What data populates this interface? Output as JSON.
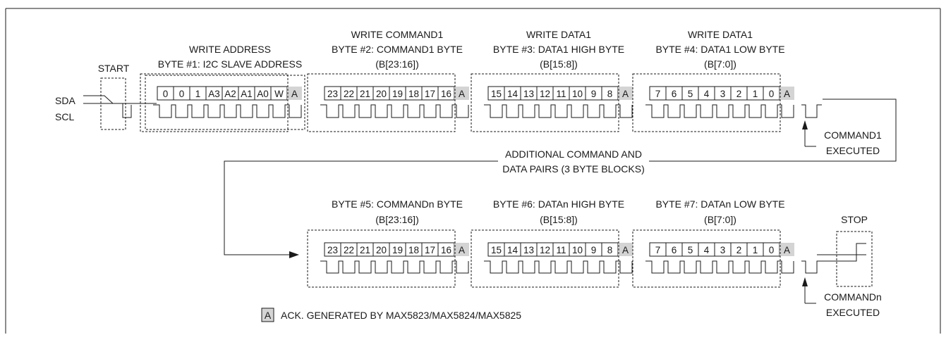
{
  "diagram": {
    "row1": {
      "sda_label": "SDA",
      "scl_label": "SCL",
      "start_label": "START",
      "ack_symbol": "A",
      "groups": [
        {
          "title_lines": [
            "WRITE ADDRESS",
            "BYTE #1: I2C SLAVE ADDRESS"
          ],
          "bits": [
            "0",
            "0",
            "1",
            "A3",
            "A2",
            "A1",
            "A0",
            "W"
          ]
        },
        {
          "title_lines": [
            "WRITE COMMAND1",
            "BYTE #2: COMMAND1 BYTE",
            "(B[23:16])"
          ],
          "bits": [
            "23",
            "22",
            "21",
            "20",
            "19",
            "18",
            "17",
            "16"
          ]
        },
        {
          "title_lines": [
            "WRITE DATA1",
            "BYTE #3: DATA1 HIGH BYTE",
            "(B[15:8])"
          ],
          "bits": [
            "15",
            "14",
            "13",
            "12",
            "11",
            "10",
            "9",
            "8"
          ]
        },
        {
          "title_lines": [
            "WRITE DATA1",
            "BYTE #4: DATA1 LOW BYTE",
            "(B[7:0])"
          ],
          "bits": [
            "7",
            "6",
            "5",
            "4",
            "3",
            "2",
            "1",
            "0"
          ]
        }
      ],
      "executed_label_lines": [
        "COMMAND1",
        "EXECUTED"
      ]
    },
    "middle_label_lines": [
      "ADDITIONAL COMMAND AND",
      "DATA PAIRS (3 BYTE BLOCKS)"
    ],
    "row2": {
      "stop_label": "STOP",
      "ack_symbol": "A",
      "groups": [
        {
          "title_lines": [
            "BYTE #5: COMMANDn BYTE",
            "(B[23:16])"
          ],
          "bits": [
            "23",
            "22",
            "21",
            "20",
            "19",
            "18",
            "17",
            "16"
          ]
        },
        {
          "title_lines": [
            "BYTE #6: DATAn HIGH BYTE",
            "(B[15:8])"
          ],
          "bits": [
            "15",
            "14",
            "13",
            "12",
            "11",
            "10",
            "9",
            "8"
          ]
        },
        {
          "title_lines": [
            "BYTE #7: DATAn LOW BYTE",
            "(B[7:0])"
          ],
          "bits": [
            "7",
            "6",
            "5",
            "4",
            "3",
            "2",
            "1",
            "0"
          ]
        }
      ],
      "executed_label_lines": [
        "COMMANDn",
        "EXECUTED"
      ]
    },
    "legend": {
      "symbol": "A",
      "text": "ACK. GENERATED BY MAX5823/MAX5824/MAX5825"
    },
    "colors": {
      "line": "#1a1a1a",
      "ack_fill": "#d4d4d4",
      "background": "#ffffff"
    }
  }
}
